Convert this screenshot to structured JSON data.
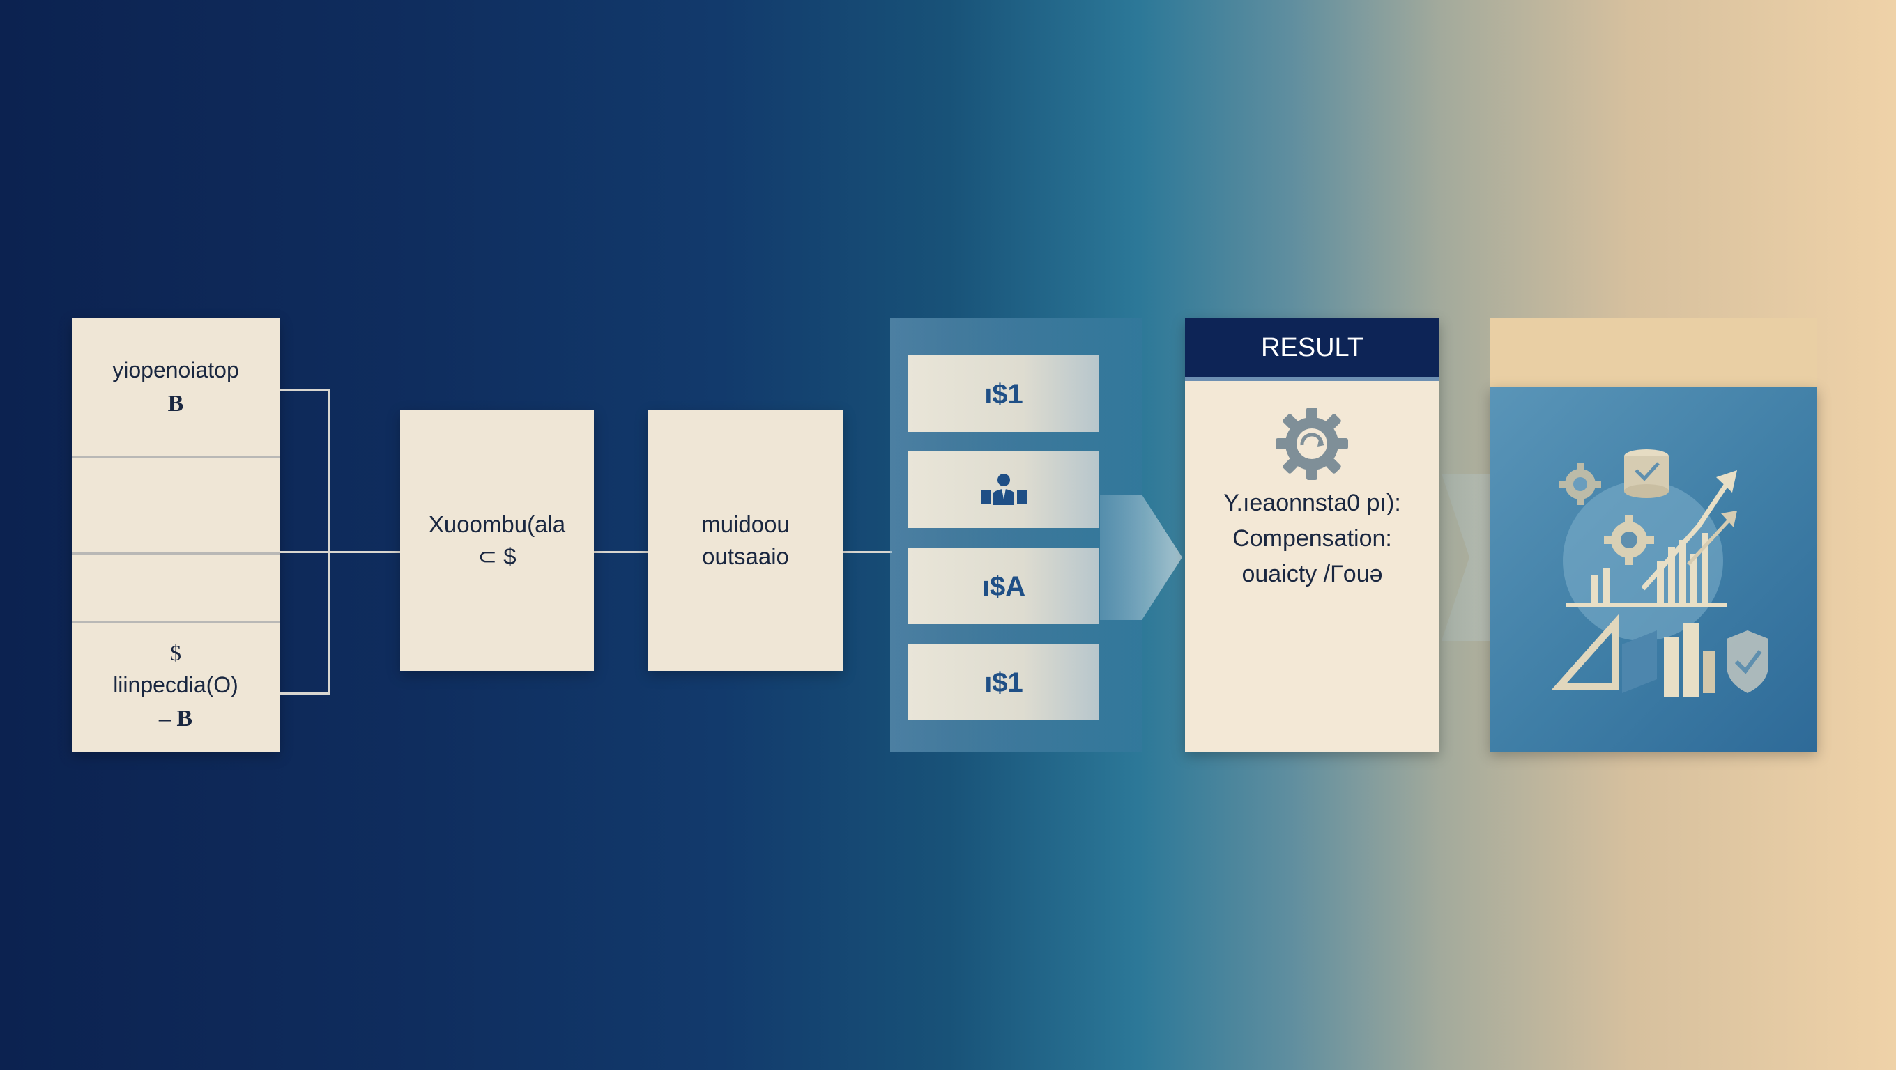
{
  "colors": {
    "panel": "#efe6d6",
    "navy": "#0d2456",
    "icon_blue": "#1f4f86",
    "connector": "#d8d6d0",
    "sand": "#e9cfa4"
  },
  "stack": {
    "cell1": {
      "line1": "yiopenoiatop",
      "line2": "B"
    },
    "cell4": {
      "line1": "$",
      "line2": "liinpecdia(O)",
      "line3": "– B"
    }
  },
  "box_a": {
    "line1": "Xuoombu(ala",
    "line2": "⊂ $"
  },
  "box_b": {
    "line1": "muidoou",
    "line2": "outsaaio"
  },
  "icons": [
    {
      "name": "dollar-one-icon",
      "glyph": "ı$1"
    },
    {
      "name": "person-money-icon",
      "glyph": ""
    },
    {
      "name": "dollar-a-icon",
      "glyph": "ı$A"
    },
    {
      "name": "dollar-one-icon",
      "glyph": "ı$1"
    }
  ],
  "result": {
    "title": "RESULT",
    "icon": "gear-icon",
    "line1": "Y.ıeaonnsta0 pı):",
    "line2": "Compensation:",
    "line3": "ouaicty /Γouə"
  },
  "final": {
    "icon": "analytics-collage-icon"
  }
}
